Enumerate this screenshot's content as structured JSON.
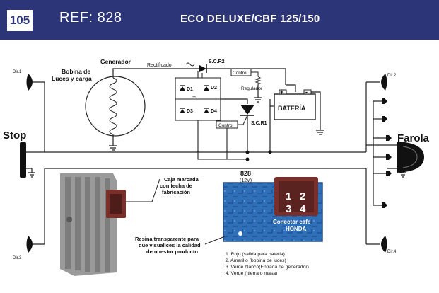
{
  "header": {
    "page_number": "105",
    "ref": "REF: 828",
    "model": "ECO DELUXE/CBF 125/150"
  },
  "diagram": {
    "generator_title": "Generador",
    "coil_line1": "Bobina de",
    "coil_line2": "Luces y carga",
    "rectifier": "Rectificador",
    "scr2": "S.C.R2",
    "scr1": "S.C.R1",
    "control_top": "Control",
    "control_mid": "Control",
    "regulator": "Regulador",
    "d1": "D1",
    "d2": "D2",
    "d3": "D3",
    "d4": "D4",
    "battery": "BATERÍA",
    "stop": "Stop",
    "headlight": "Farola",
    "dir1": "Dir.1",
    "dir2": "Dir.2",
    "dir3": "Dir.3",
    "dir4": "Dir.4",
    "plus": "+",
    "minus": "-"
  },
  "part": {
    "ref": "828",
    "voltage": "(12V)",
    "case_line1": "Caja marcada",
    "case_line2": "con fecha de",
    "case_line3": "fabricación",
    "resin_line1": "Resina transparente para",
    "resin_line2": "que visualices la calidad",
    "resin_line3": "de nuestro producto",
    "connector_line1": "Conector cafe",
    "connector_line2": "HONDA",
    "pins": [
      "1",
      "2",
      "3",
      "4"
    ],
    "pin_legend": [
      "1. Rojo (salida para bateria)",
      "2. Amarillo (bobina de luces)",
      "3. Verde blanco(Entrada de generador)",
      "4. Verde ( tierra o masa)"
    ]
  },
  "colors": {
    "header_bg": "#2b3577",
    "pcb": "#2f6fb8",
    "connector": "#7a2f2a",
    "heatsink": "#8a8a8a"
  }
}
